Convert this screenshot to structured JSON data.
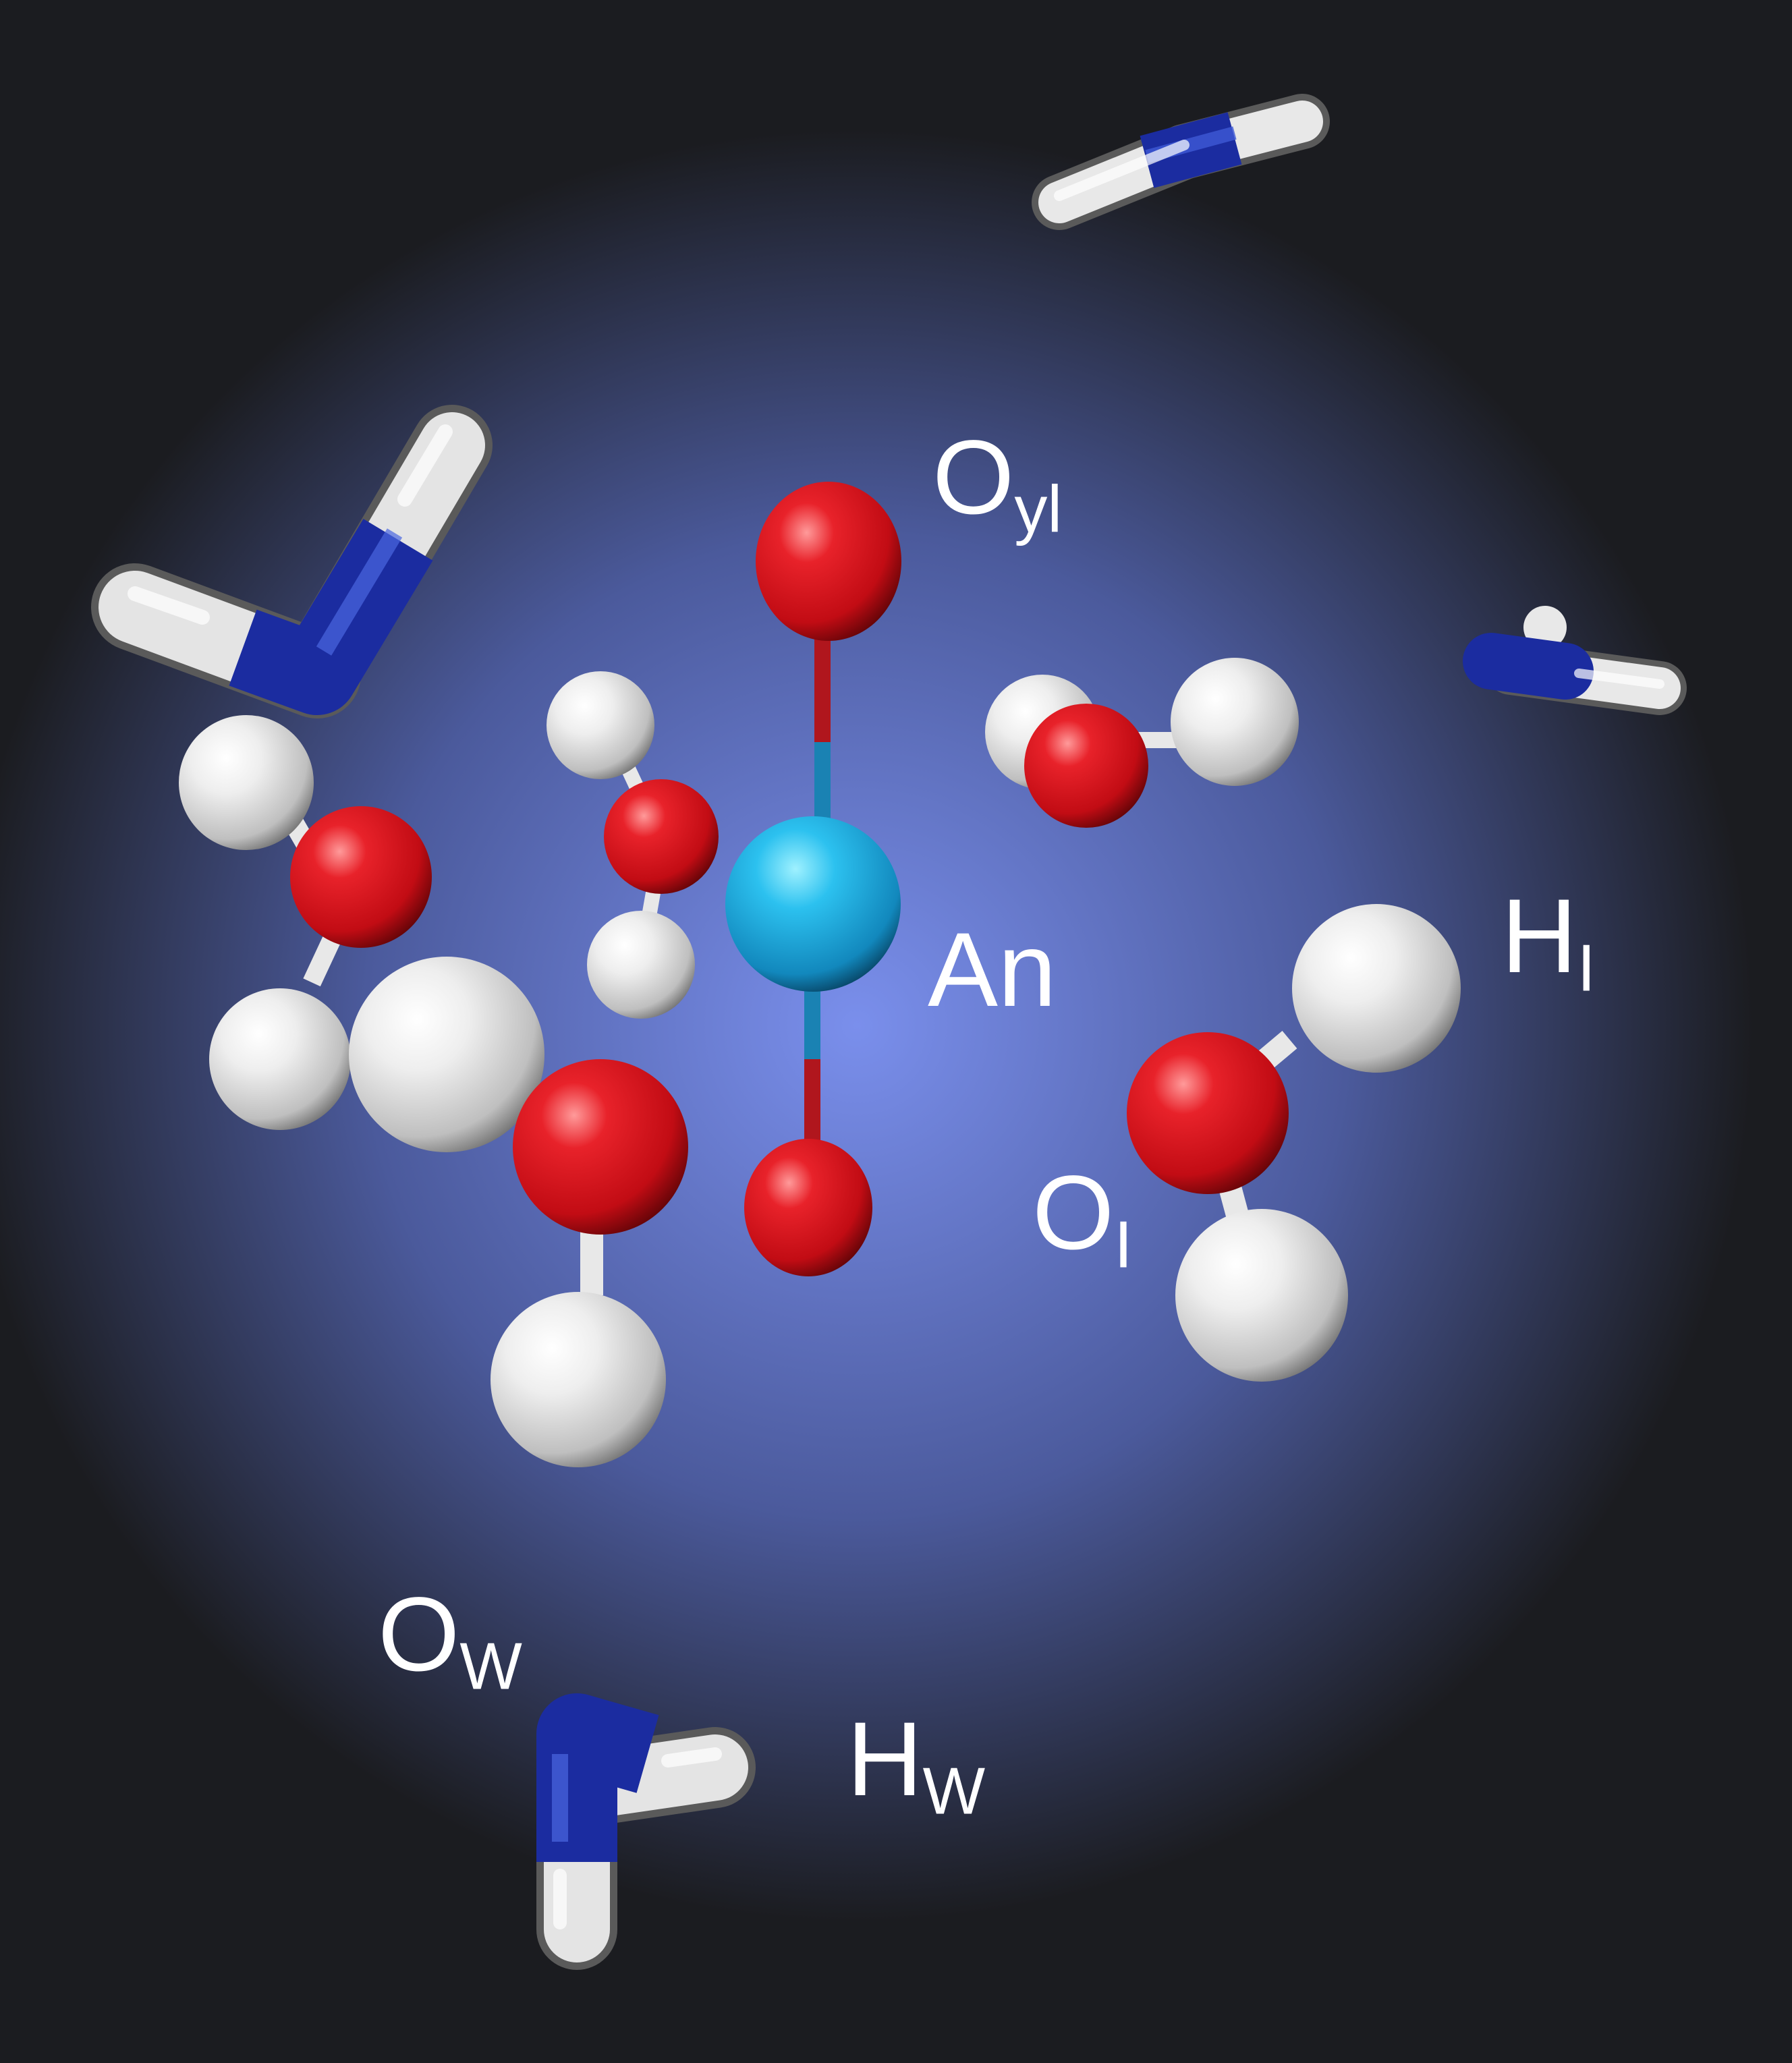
{
  "figure": {
    "background": {
      "center": "#7a8fec",
      "mid": "#4b5a9c",
      "edge": "#1b1c20"
    },
    "atom_colors": {
      "actinide": "#1aa3d6",
      "oxygen": "#d8131c",
      "hydrogen": "#e8e8e8",
      "nitrogen": "#1b2ca0"
    },
    "labels": {
      "oyl": {
        "main": "O",
        "sub": "yl"
      },
      "an": {
        "main": "An",
        "sub": ""
      },
      "hi": {
        "main": "H",
        "sub": "I"
      },
      "oi": {
        "main": "O",
        "sub": "I"
      },
      "ow": {
        "main": "O",
        "sub": "W"
      },
      "hw": {
        "main": "H",
        "sub": "W"
      }
    }
  }
}
